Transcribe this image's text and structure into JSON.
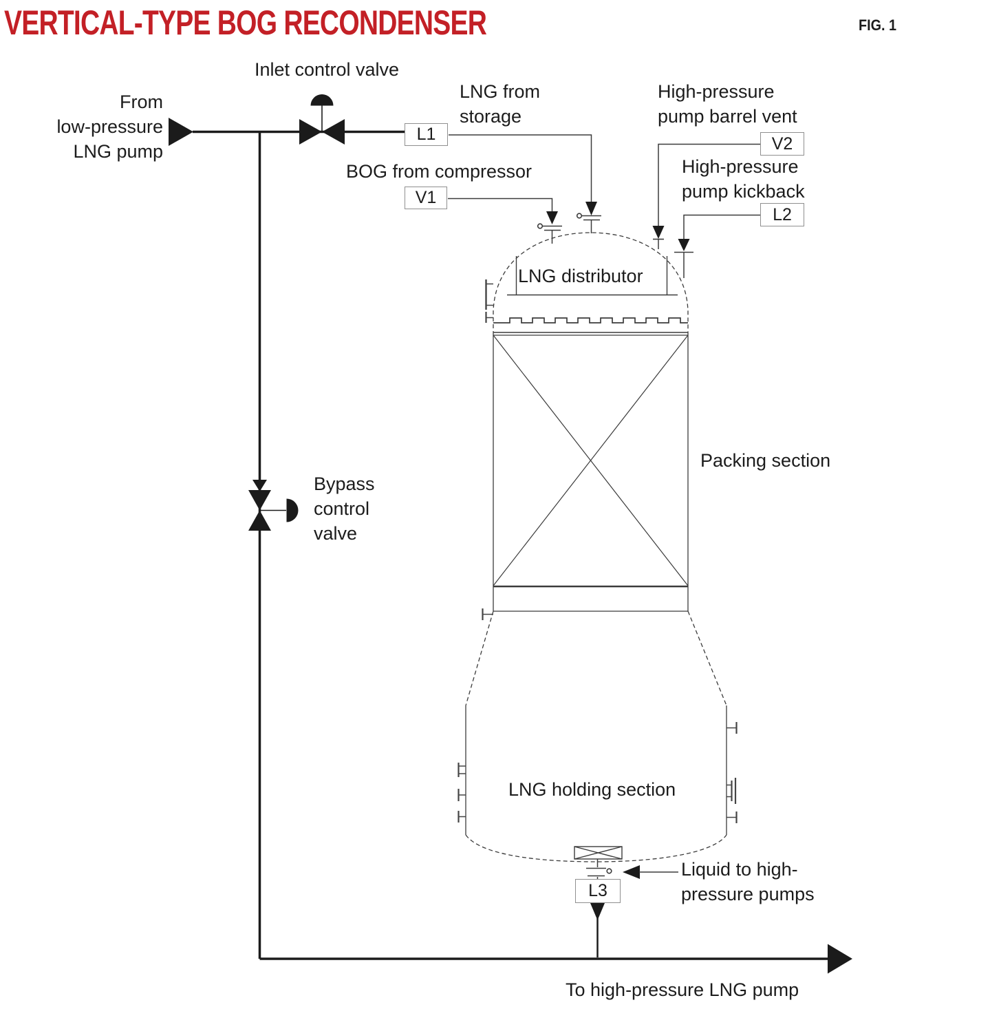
{
  "title": "VERTICAL-TYPE BOG RECONDENSER",
  "figure_label": "FIG. 1",
  "colors": {
    "accent_red": "#c32026",
    "line_black": "#1b1b1b",
    "thin_line": "#3b3b3b",
    "tag_border_gray": "#8f8f8f"
  },
  "labels": {
    "inlet_valve": "Inlet control valve",
    "from_pump": [
      "From",
      "low-pressure",
      "LNG pump"
    ],
    "lng_storage": [
      "LNG from",
      "storage"
    ],
    "bog_compressor": "BOG from compressor",
    "barrel_vent": [
      "High-pressure",
      "pump barrel vent"
    ],
    "kickback": [
      "High-pressure",
      "pump kickback"
    ],
    "bypass_valve": [
      "Bypass",
      "control",
      "valve"
    ],
    "distributor": "LNG distributor",
    "packing": "Packing section",
    "holding": "LNG holding section",
    "liquid_hp": [
      "Liquid to high-",
      "pressure pumps"
    ],
    "to_hp_pump": "To high-pressure LNG pump"
  },
  "instrument_tags": {
    "l1": "L1",
    "v1": "V1",
    "v2": "V2",
    "l2": "L2",
    "l3": "L3"
  }
}
